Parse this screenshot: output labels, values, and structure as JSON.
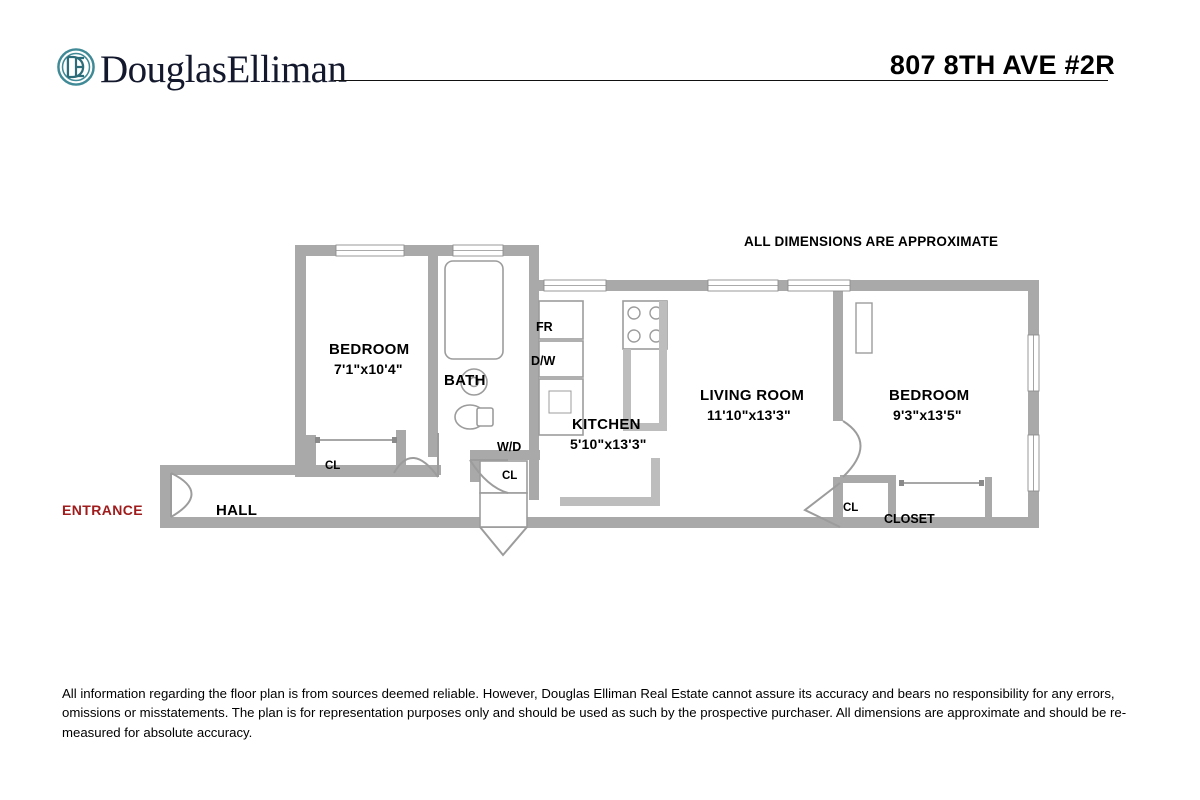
{
  "header": {
    "brand_name": "DouglasElliman",
    "logo_icon": "douglas-elliman-circle-monogram-icon",
    "property_title": "807 8TH AVE #2R",
    "brand_color": "#13182c",
    "logo_color": "#3f8a96"
  },
  "plan": {
    "approximate_note": "ALL DIMENSIONS ARE APPROXIMATE",
    "entrance_label": "ENTRANCE",
    "entrance_color": "#a01c1c",
    "wall_color": "#a9a9a9",
    "rooms": [
      {
        "id": "bedroom-left",
        "name": "BEDROOM",
        "dims": "7'1\"x10'4\""
      },
      {
        "id": "bath",
        "name": "BATH",
        "dims": ""
      },
      {
        "id": "kitchen",
        "name": "KITCHEN",
        "dims": "5'10\"x13'3\""
      },
      {
        "id": "living-room",
        "name": "LIVING ROOM",
        "dims": "11'10\"x13'3\""
      },
      {
        "id": "bedroom-right",
        "name": "BEDROOM",
        "dims": "9'3\"x13'5\""
      },
      {
        "id": "hall",
        "name": "HALL",
        "dims": ""
      }
    ],
    "fixtures": [
      {
        "id": "fridge",
        "label": "FR"
      },
      {
        "id": "dishwasher",
        "label": "D/W"
      },
      {
        "id": "washer-dryer",
        "label": "W/D"
      }
    ],
    "closets": [
      {
        "id": "closet-bedroom-left",
        "label": "CL"
      },
      {
        "id": "closet-hall",
        "label": "CL"
      },
      {
        "id": "closet-living",
        "label": "CL"
      },
      {
        "id": "closet-bedroom-right",
        "label": "CLOSET"
      }
    ]
  },
  "footer": {
    "disclaimer": "All information regarding the floor plan is from sources deemed reliable. However, Douglas Elliman Real Estate cannot assure its accuracy and bears no responsibility for any errors, omissions or misstatements. The plan is for representation purposes only and should be used as such by the prospective purchaser. All dimensions are approximate and should be re-measured for absolute accuracy."
  }
}
